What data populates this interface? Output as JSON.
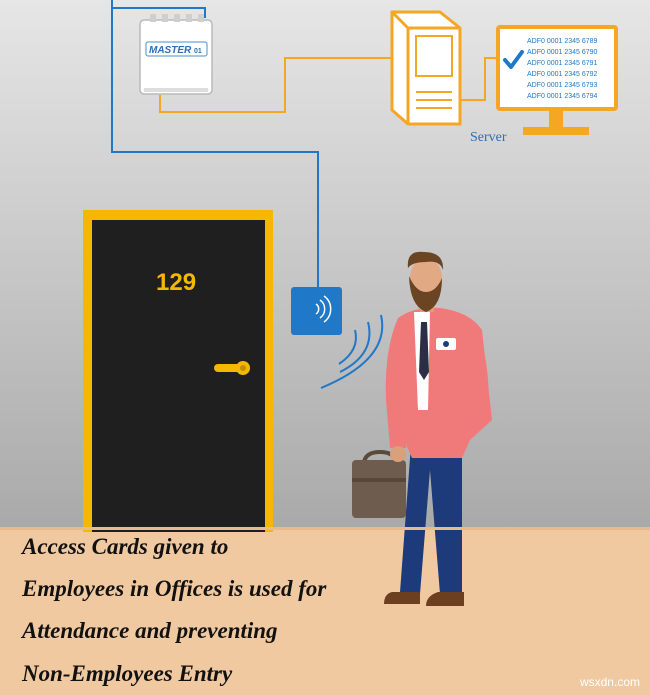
{
  "controller": {
    "brand": "MASTER",
    "model": "01"
  },
  "server": {
    "label": "Server",
    "card_ids": [
      "ADF0 0001 2345 6789",
      "ADF0 0001 2345 6790",
      "ADF0 0001 2345 6791",
      "ADF0 0001 2345 6792",
      "ADF0 0001 2345 6793",
      "ADF0 0001 2345 6794"
    ]
  },
  "door": {
    "number": "129"
  },
  "caption": {
    "line1": "Access Cards given to",
    "line2": "Employees in Offices is used for",
    "line3": "Attendance and preventing",
    "line4": "Non-Employees Entry"
  },
  "watermark": "wsxdn.com",
  "colors": {
    "cable": "#f5a623",
    "wire": "#1f78c8",
    "door": "#1f1f1f",
    "door_frame": "#f5b800",
    "floor": "#f1c9a0",
    "jacket": "#f07a7a",
    "trousers": "#1d3a7a"
  }
}
